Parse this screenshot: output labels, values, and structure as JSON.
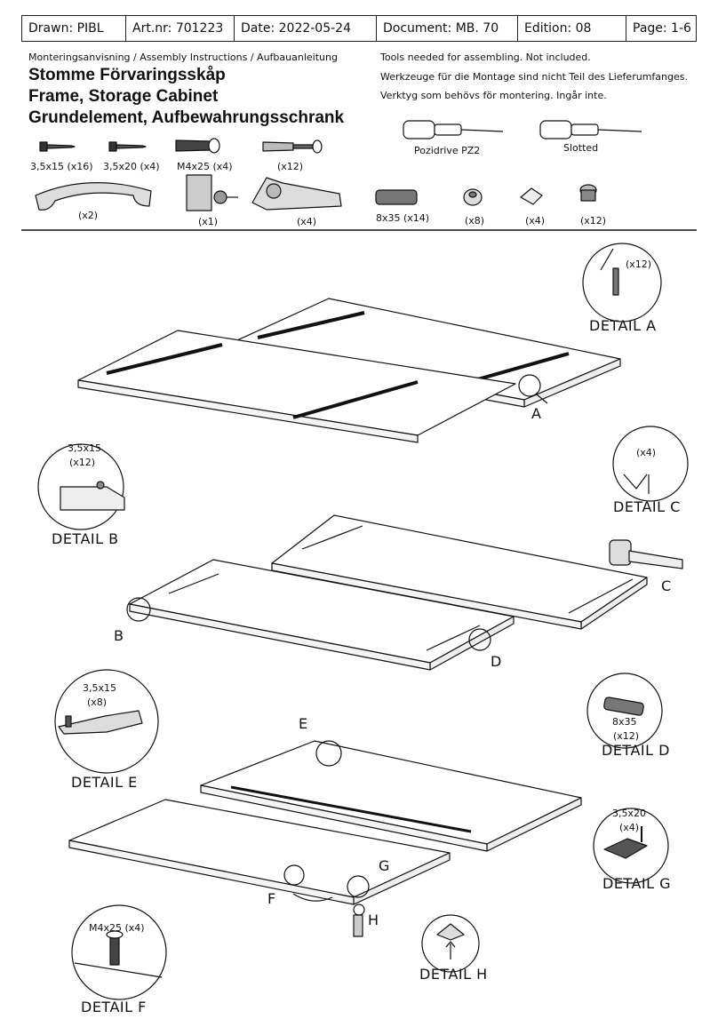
{
  "header": {
    "drawn": "Drawn: PIBL",
    "art_nr": "Art.nr: 701223",
    "date": "Date: 2022-05-24",
    "document": "Document: MB. 70",
    "edition": "Edition: 08",
    "page": "Page: 1-6"
  },
  "intro": {
    "instructions_line": "Monteringsanvisning / Assembly Instructions / Aufbauanleitung",
    "title_sv": "Stomme Förvaringsskåp",
    "title_en": "Frame, Storage Cabinet",
    "title_de": "Grundelement, Aufbewahrungsschrank"
  },
  "tools": {
    "note_en": "Tools needed for assembling. Not included.",
    "note_de": "Werkzeuge für die Montage sind nicht Teil des Lieferumfanges.",
    "note_sv": "Verktyg som behövs för montering. Ingår inte.",
    "pozidrive": "Pozidrive PZ2",
    "slotted": "Slotted"
  },
  "parts": {
    "screw_small": "3,5x15 (x16)",
    "screw_medium": "3,5x20 (x4)",
    "bolt": "M4x25 (x4)",
    "connector_bolt": "(x12)",
    "handle": "(x2)",
    "lock": "(x1)",
    "hinge": "(x4)",
    "dowel": "8x35 (x14)",
    "cam_nut": "(x8)",
    "cap": "(x4)",
    "cam_lock": "(x12)"
  },
  "details": {
    "a_qty": "(x12)",
    "a_title": "DETAIL A",
    "b_size": "3,5x15",
    "b_qty": "(x12)",
    "b_title": "DETAIL B",
    "c_qty": "(x4)",
    "c_title": "DETAIL C",
    "d_size": "8x35",
    "d_qty": "(x12)",
    "d_title": "DETAIL D",
    "e_size": "3,5x15",
    "e_qty": "(x8)",
    "e_title": "DETAIL E",
    "f_size": "M4x25 (x4)",
    "f_title": "DETAIL F",
    "g_size": "3,5x20",
    "g_qty": "(x4)",
    "g_title": "DETAIL G",
    "h_title": "DETAIL H"
  },
  "letters": {
    "a": "A",
    "b": "B",
    "c": "C",
    "d": "D",
    "e": "E",
    "f": "F",
    "g": "G",
    "h": "H"
  }
}
